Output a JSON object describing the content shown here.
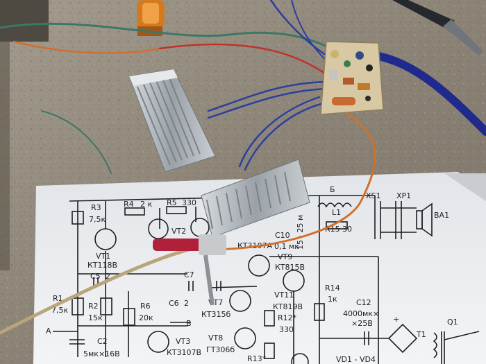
{
  "schematic": {
    "labels": {
      "R3": "R3",
      "R3v": "7,5к",
      "R4": "R4",
      "R4v": "2 к",
      "R5": "R5",
      "R5v": "330",
      "VT1": "VT1",
      "VT1t": "КТ118В",
      "VT2": "VT2",
      "C5": "C5",
      "C5v": "2",
      "R1": "R1",
      "R1v": "7,5к",
      "R2": "R2",
      "R2v": "15к",
      "R6": "R6",
      "R6v": "20к",
      "C6": "C6",
      "C6v": "2",
      "C7": "C7",
      "C2": "C2",
      "C2v": "5мк×16В",
      "A": "A",
      "B": "В",
      "VT3": "VT3",
      "VT3t": "КТ3107В",
      "VT7": "VT7",
      "VT7t": "КТ315б",
      "VT8": "VT8",
      "VT8t": "ГТ306б",
      "C10": "C10",
      "C10v": "0,1 мк",
      "KT3107A": "КТ3107А",
      "VT9": "VT9",
      "VT9t": "КТ815В",
      "VT11": "VT11",
      "VT11t": "КТ819В",
      "R12": "R12*",
      "R12v": "330",
      "R13": "R13*",
      "R14": "R14",
      "R14v": "1к",
      "C12": "C12",
      "C12v1": "4000мк×",
      "C12v2": "×25В",
      "L1": "L1",
      "R15": "R15",
      "R15v": "30",
      "XS1": "XS1",
      "XP1": "XP1",
      "BA1": "BA1",
      "B_top": "Б",
      "turns": "15 · 25 м",
      "VD": "VD1 - VD4",
      "T1": "T1",
      "Q1": "Q1",
      "plus": "+"
    }
  },
  "colors": {
    "table": "#8f887c",
    "paper": "#eef0f2",
    "ink": "#1e1e22",
    "heatsink": "#a8aeb3",
    "pcb": "#d8c9a4",
    "wire_blue": "#2c3fa0",
    "wire_red": "#c0322a",
    "wire_orange": "#d0702e",
    "wire_green": "#3d7766",
    "probe_red": "#b0203a"
  }
}
